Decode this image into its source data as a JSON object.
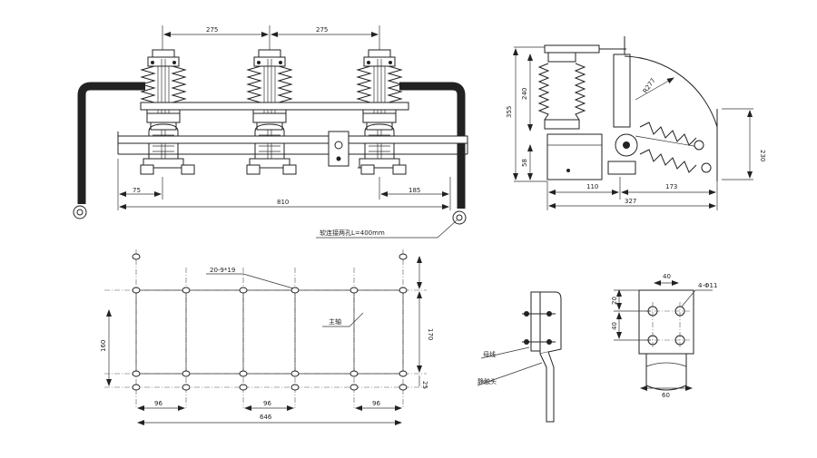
{
  "front_view": {
    "dim_pitch_left": "275",
    "dim_pitch_right": "275",
    "dim_left_offset": "75",
    "dim_total_width": "810",
    "dim_right_offset": "185",
    "note_flexible_wire": "软连接两孔L=400mm"
  },
  "side_view": {
    "dim_insulator_height": "240",
    "dim_total_height": "355",
    "dim_base_height": "58",
    "dim_radius": "R277",
    "dim_arm_height": "230",
    "dim_left_base": "110",
    "dim_right_span": "173",
    "dim_total_depth": "327"
  },
  "mounting_plan": {
    "hole_note": "20-9*19",
    "shaft_label": "主轴",
    "dim_left_height": "160",
    "dim_right_height": "170",
    "dim_right_bottom": "25",
    "dim_spacing_left": "96",
    "dim_spacing_mid": "96",
    "dim_spacing_right": "96",
    "dim_total_length": "646"
  },
  "contact_detail": {
    "label_busbar": "母线",
    "label_static_contact": "静触头"
  },
  "terminal_detail": {
    "dim_top_width": "40",
    "hole_note": "4-Φ11",
    "dim_top_offset": "20",
    "dim_hole_spacing": "40",
    "dim_bottom_width": "60"
  }
}
